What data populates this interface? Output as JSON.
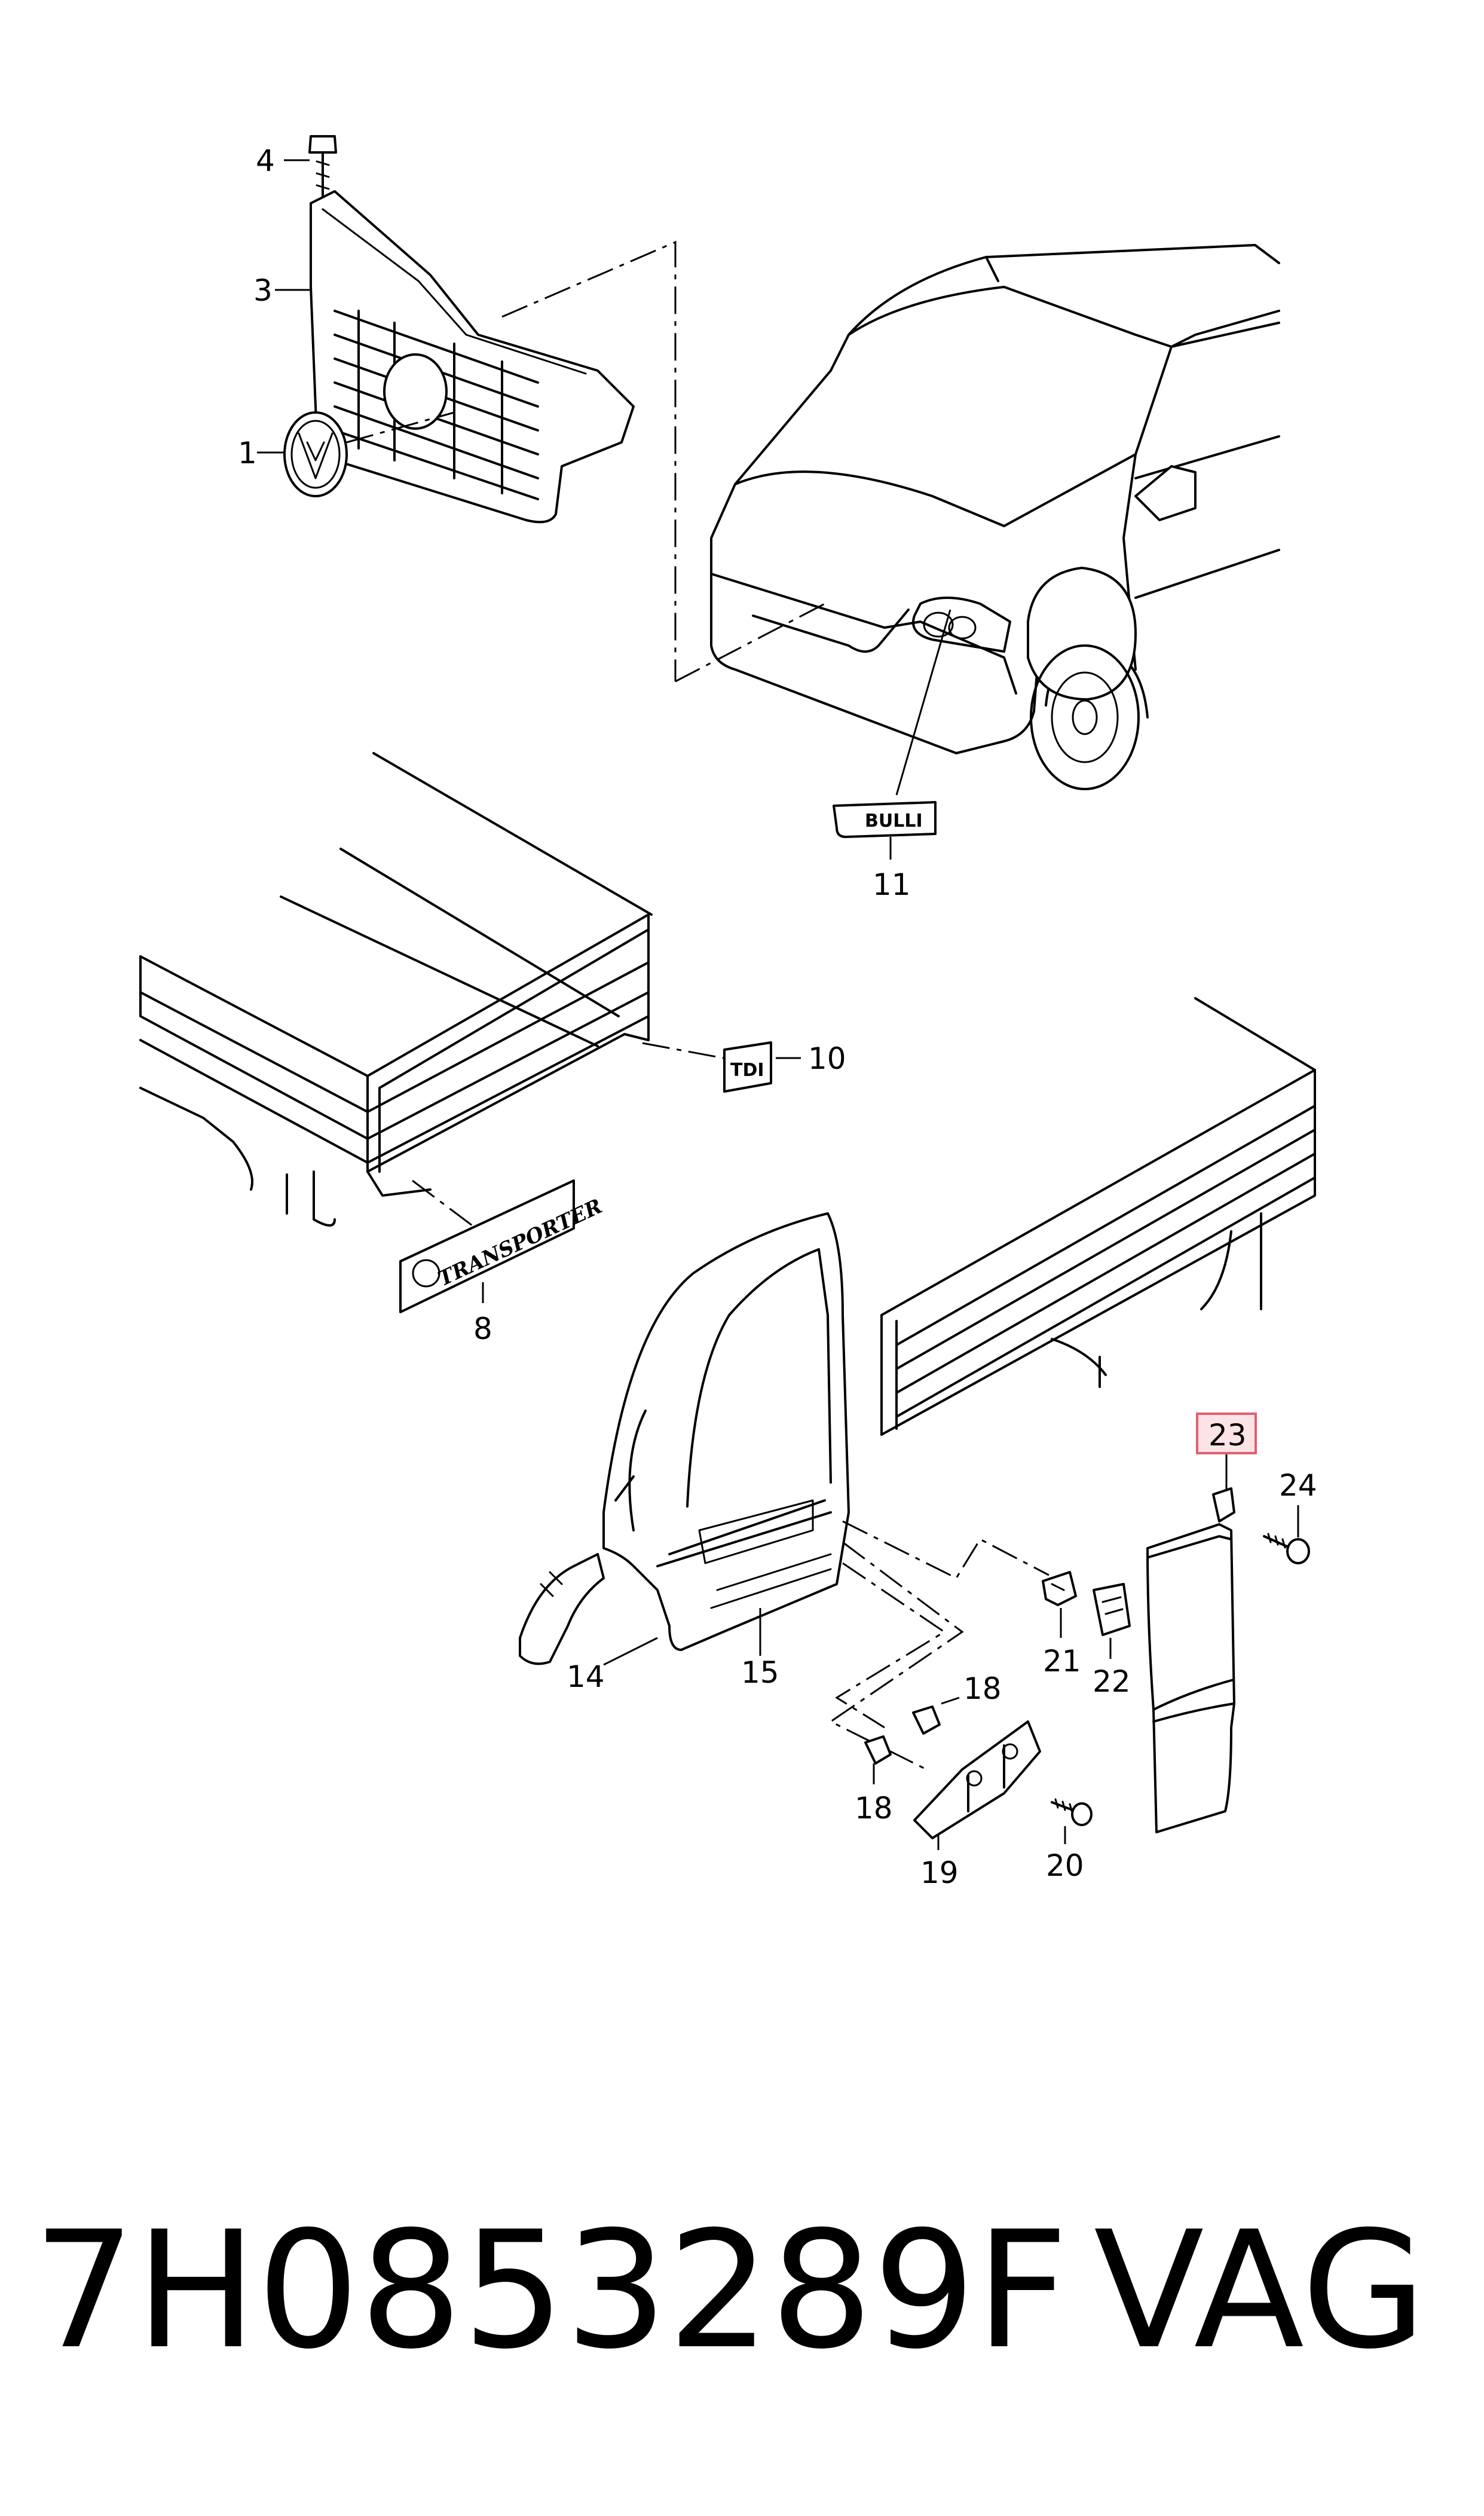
{
  "callouts": {
    "c1": "1",
    "c3": "3",
    "c4": "4",
    "c8": "8",
    "c10": "10",
    "c11": "11",
    "c14": "14",
    "c15": "15",
    "c18a": "18",
    "c18b": "18",
    "c19": "19",
    "c20": "20",
    "c21": "21",
    "c22": "22",
    "c23": "23",
    "c24": "24"
  },
  "badges": {
    "bulli": "BULLI",
    "tdi": "TDI",
    "transporter": "TRANSPORTER"
  },
  "highlight": {
    "part_number": "23",
    "color": "#e06070",
    "fill": "#fbe3e6"
  },
  "footer": {
    "part_code": "7H0853289F",
    "brand": "VAG"
  }
}
